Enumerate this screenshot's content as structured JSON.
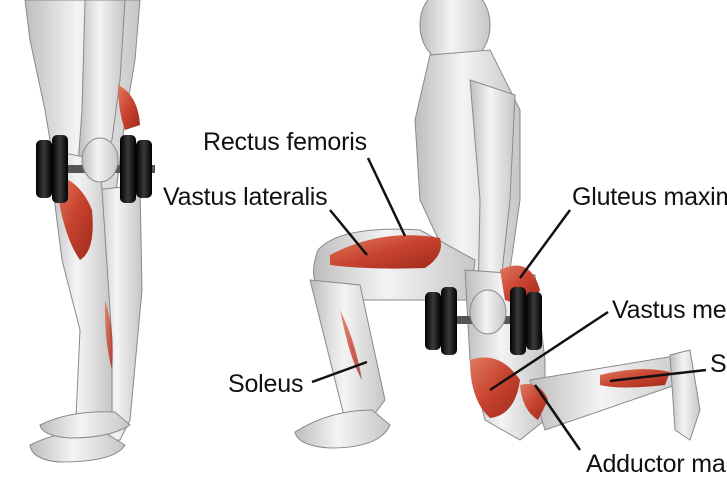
{
  "labels": {
    "rectus_femoris": "Rectus femoris",
    "vastus_lateralis": "Vastus lateralis",
    "gluteus_maximus": "Gluteus maxim",
    "vastus_medialis": "Vastus me",
    "soleus_left": "Soleus",
    "soleus_right": "S",
    "adductor_magnus": "Adductor ma"
  },
  "colors": {
    "muscle_highlight": "#c8432f",
    "skin": "#e8e8e8",
    "outline": "#8a8a8a",
    "dumbbell": "#1a1a1a",
    "leader_line": "#111111"
  }
}
